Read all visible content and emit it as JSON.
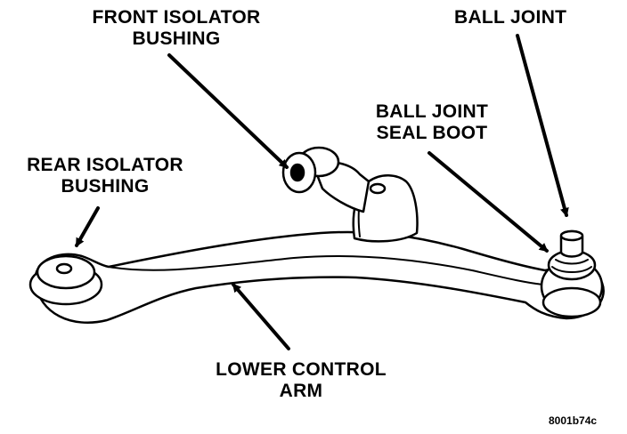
{
  "labels": {
    "front_isolator_bushing": [
      "FRONT ISOLATOR",
      "BUSHING"
    ],
    "ball_joint": "BALL JOINT",
    "ball_joint_seal_boot": [
      "BALL JOINT",
      "SEAL BOOT"
    ],
    "rear_isolator_bushing": [
      "REAR ISOLATOR",
      "BUSHING"
    ],
    "lower_control_arm": [
      "LOWER CONTROL",
      "ARM"
    ]
  },
  "figure_code": "8001b74c"
}
